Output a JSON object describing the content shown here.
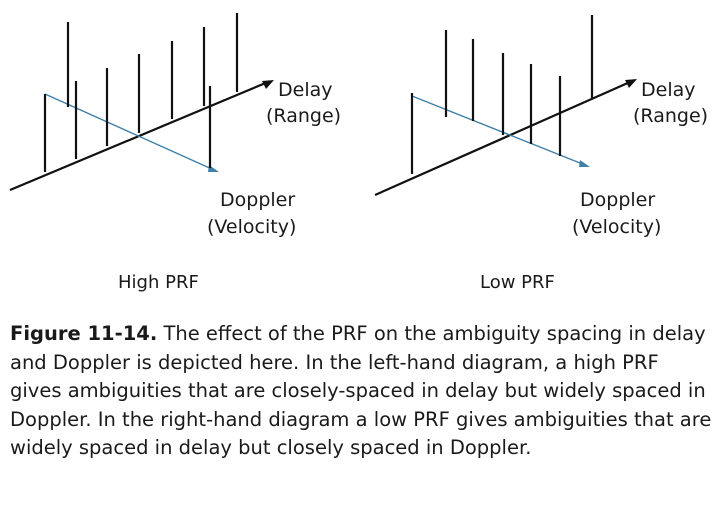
{
  "figure": {
    "diagrams": [
      {
        "title": "High PRF",
        "delay_label_line1": "Delay",
        "delay_label_line2": "(Range)",
        "doppler_label_line1": "Doppler",
        "doppler_label_line2": "(Velocity)"
      },
      {
        "title": "Low PRF",
        "delay_label_line1": "Delay",
        "delay_label_line2": "(Range)",
        "doppler_label_line1": "Doppler",
        "doppler_label_line2": "(Velocity)"
      }
    ],
    "colors": {
      "axis": "#111111",
      "doppler_axis": "#3f7fa8",
      "spike": "#111111"
    }
  },
  "caption": {
    "label": "Figure 11-14.",
    "text": "The effect of the PRF on the ambiguity spacing in delay and Doppler is depicted here. In the left-hand diagram, a high PRF gives ambiguities that are closely-spaced in delay but widely spaced in Doppler. In the right-hand diagram a low PRF gives ambiguities that are widely spaced in delay but closely spaced in Doppler."
  }
}
